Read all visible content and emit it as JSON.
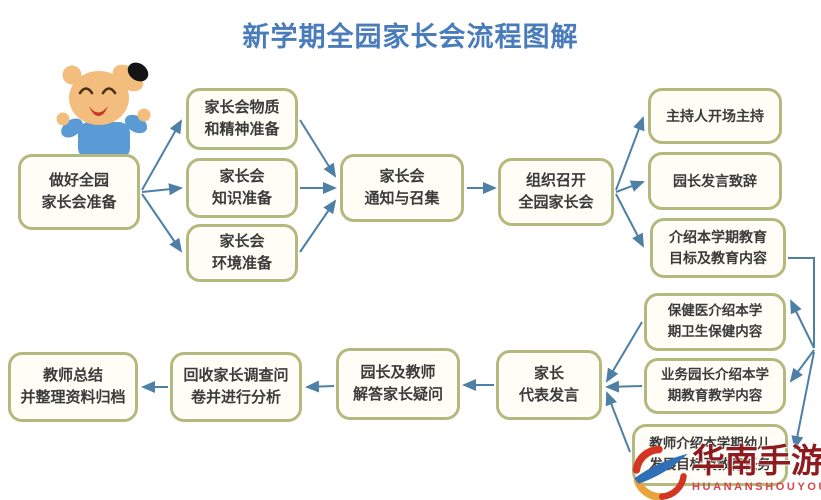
{
  "title": "新学期全园家长会流程图解",
  "colors": {
    "title_blue": "#4a7cbb",
    "box_border_olive": "#b6b97c",
    "box_fill": "#fffdf6",
    "arrow_blue": "#4e7fa5",
    "watermark_red": "#8e1b1e",
    "watermark_sub_red": "#d4464b"
  },
  "nodes": {
    "prepare": {
      "lines": [
        "做好全园",
        "家长会准备"
      ]
    },
    "material": {
      "lines": [
        "家长会物质",
        "和精神准备"
      ]
    },
    "knowledge": {
      "lines": [
        "家长会",
        "知识准备"
      ]
    },
    "environment": {
      "lines": [
        "家长会",
        "环境准备"
      ]
    },
    "notify": {
      "lines": [
        "家长会",
        "通知与召集"
      ]
    },
    "organize": {
      "lines": [
        "组织召开",
        "全园家长会"
      ]
    },
    "host": {
      "lines": [
        "主持人开场主持"
      ]
    },
    "director": {
      "lines": [
        "园长发言致辞"
      ]
    },
    "intro_edu": {
      "lines": [
        "介绍本学期教育",
        "目标及教育内容"
      ]
    },
    "health": {
      "lines": [
        "保健医介绍本学",
        "期卫生保健内容"
      ]
    },
    "business": {
      "lines": [
        "业务园长介绍本学",
        "期教育教学内容"
      ]
    },
    "teacher_intro": {
      "lines": [
        "教师介绍本学期幼儿",
        "发展目标及教育任务"
      ]
    },
    "parent_rep": {
      "lines": [
        "家长",
        "代表发言"
      ]
    },
    "answer": {
      "lines": [
        "园长及教师",
        "解答家长疑问"
      ]
    },
    "collect": {
      "lines": [
        "回收家长调查问",
        "卷并进行分析"
      ]
    },
    "summary": {
      "lines": [
        "教师总结",
        "并整理资料归档"
      ]
    }
  },
  "watermark": {
    "text": "华南手游网",
    "subtext": "HUANANSHOUYOUWANG"
  }
}
